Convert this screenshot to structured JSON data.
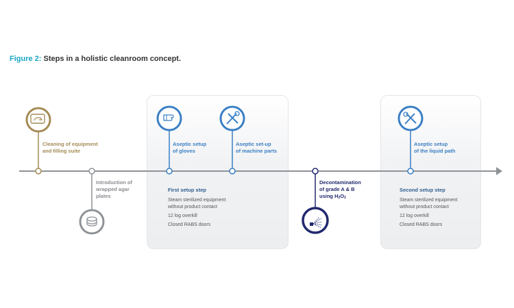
{
  "title": {
    "figure_label": "Figure 2:",
    "text": "Steps in a holistic cleanroom concept."
  },
  "colors": {
    "gold": "#a48b55",
    "gray": "#8a8d91",
    "blue": "#3a7fc4",
    "navy": "#22296e",
    "teal": "#1aa6c4",
    "timeline": "#8e9297"
  },
  "steps": {
    "cleaning": {
      "line1": "Cleaning of equipment",
      "line2": "and filling suite",
      "icon": "hand-wiping-icon"
    },
    "agar": {
      "line1": "Introduction of",
      "line2": "wrapped agar",
      "line3": "plates",
      "icon": "agar-plate-icon"
    },
    "gloves": {
      "line1": "Aseptic setup",
      "line2": "of gloves",
      "icon": "glove-icon"
    },
    "machine": {
      "line1": "Aseptic set-up",
      "line2": "of machine parts",
      "icon": "tools-icon"
    },
    "decon": {
      "line1": "Decontamination",
      "line2": "of grade A & B",
      "line3_prefix": "using H",
      "sub1": "2",
      "mid": "O",
      "sub2": "2",
      "icon": "spray-icon"
    },
    "liquid": {
      "line1": "Aseptic setup",
      "line2": "of the liquid path",
      "icon": "liquid-path-tools-icon"
    }
  },
  "setup1": {
    "heading": "First setup step",
    "line1": "Steam sterilized equipment",
    "line2": "without product contact",
    "line3": "12 log overkill",
    "line4": "Closed RABS doors"
  },
  "setup2": {
    "heading": "Second setup step",
    "line1": "Steam sterilized equipment",
    "line2": "without product contact",
    "line3": "12 log overkill",
    "line4": "Closed RABS doors"
  }
}
